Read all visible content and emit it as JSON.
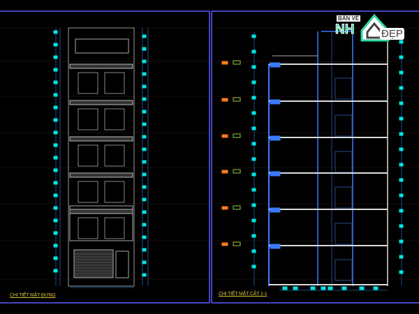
{
  "drawing": {
    "elevation_label": "CHI TIẾT MẶT ĐỨNG",
    "section_label": "CHI TIẾT MẶT CẮT 1-1"
  },
  "logo": {
    "line1": "BẢN VẼ",
    "line2": "NH",
    "line3": "ĐẸP"
  },
  "colors": {
    "background": "#000000",
    "frame": "#5a5aff",
    "dimension": "#00e5e5",
    "structure": "#3a7bff",
    "label": "#d8c23a",
    "level_marker": "#ff7a1a"
  }
}
